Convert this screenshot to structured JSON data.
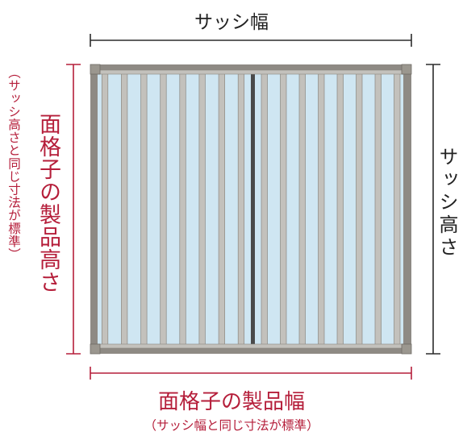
{
  "dimensions": {
    "sash_width": "サッシ幅",
    "sash_height": "サッシ高さ",
    "grille_height": "面格子の製品高さ",
    "grille_height_note": "（サッシ高さと同じ寸法が標準）",
    "grille_width": "面格子の製品幅",
    "grille_width_note": "（サッシ幅と同じ寸法が標準）"
  },
  "colors": {
    "sash_dimension_line": "#2b2b2b",
    "grille_dimension_line": "#b51e3a",
    "grille_text": "#b51e3a",
    "frame": "#8e8a84",
    "bar": "#c3c1bc",
    "glass": "#cfe6f2",
    "center_mullion": "#4a4a4a"
  },
  "grille": {
    "bars_per_panel": 8,
    "panels": 2
  }
}
